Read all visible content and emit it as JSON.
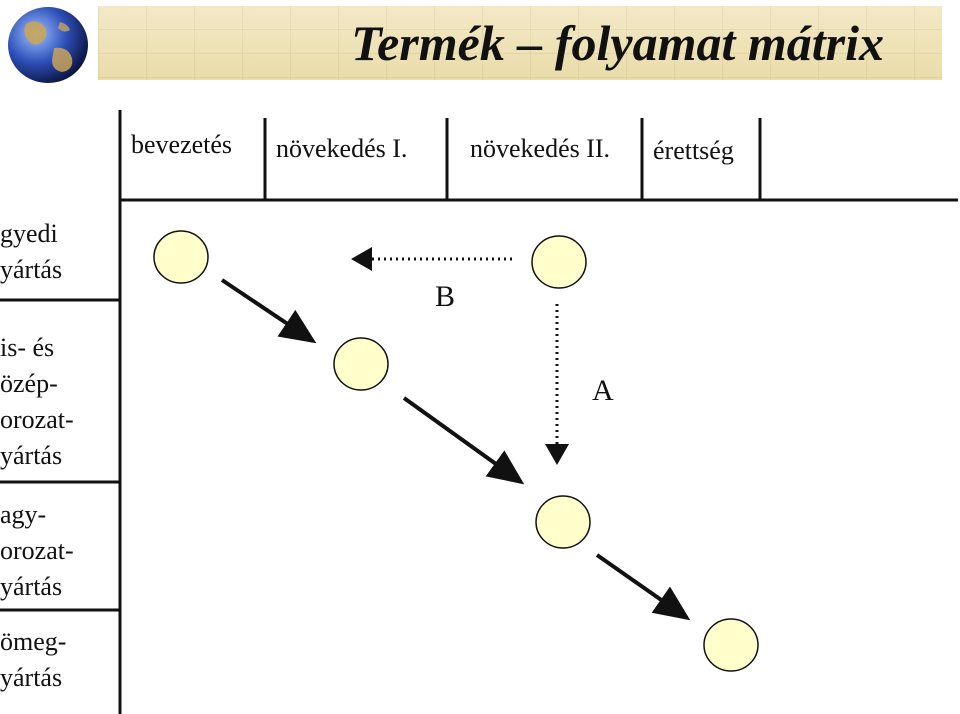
{
  "title": "Termék – folyamat mátrix",
  "columns": [
    "bevezetés",
    "növekedés I.",
    "növekedés II.",
    "érettség"
  ],
  "rows": [
    [
      "gyedi",
      "yártás"
    ],
    [
      "is- és",
      "özép-",
      "orozat-",
      "yártás"
    ],
    [
      "agy-",
      "orozat-",
      "yártás"
    ],
    [
      "ömeg-",
      "yártás"
    ]
  ],
  "arrow_labels": {
    "b": "B",
    "a": "A"
  },
  "colors": {
    "node_fill": "#ffffcc",
    "header_band": "#ece0b0"
  }
}
